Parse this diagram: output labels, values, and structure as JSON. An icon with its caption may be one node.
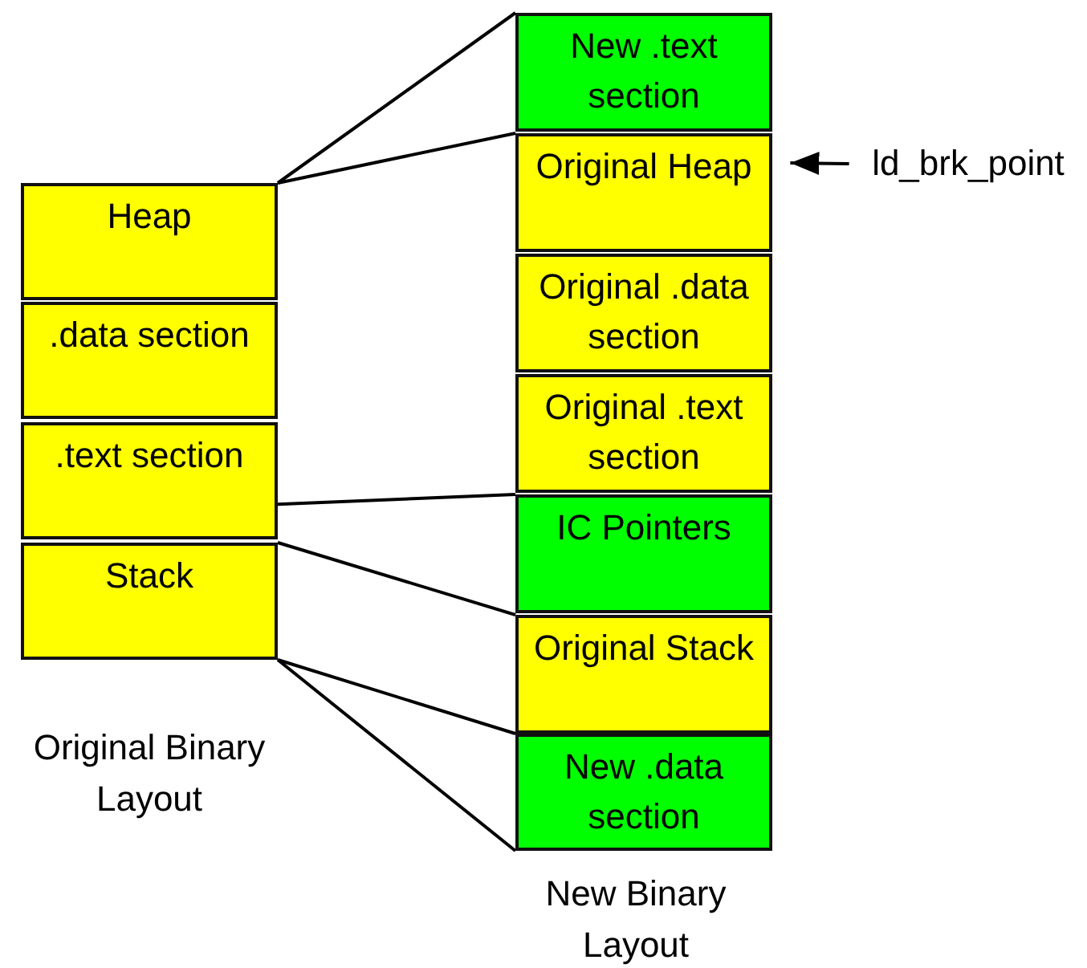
{
  "diagram": {
    "nodes": [
      {
        "text": [
          "Heap"
        ]
      },
      {
        "text": [
          ".data section"
        ]
      },
      {
        "text": [
          ".text section"
        ]
      },
      {
        "text": [
          "Stack"
        ]
      },
      {
        "text": [
          "New .text section"
        ]
      },
      {
        "text": [
          "Original Heap"
        ]
      },
      {
        "text": [
          "Original .data section"
        ]
      },
      {
        "text": [
          "Original .text section"
        ]
      },
      {
        "text": [
          "IC Pointers"
        ]
      },
      {
        "text": [
          "Original Stack"
        ]
      },
      {
        "text": [
          "New .data section"
        ]
      },
      {
        "text": [
          "ld_brk_point"
        ]
      }
    ],
    "edges": [
      {
        "from": 0,
        "to": 4,
        "arrow": "none"
      },
      {
        "from": 0,
        "to": 5,
        "arrow": "none"
      },
      {
        "from": 2,
        "to": 8,
        "arrow": "none"
      },
      {
        "from": 3,
        "to": 9,
        "arrow": "none"
      },
      {
        "from": 3,
        "to": 10,
        "arrow": "none"
      },
      {
        "from": 3,
        "to": 10,
        "arrow": "none"
      },
      {
        "from": 11,
        "to": 5,
        "arrow": "to"
      }
    ],
    "labels": [
      "Original Binary Layout",
      "New Binary Layout"
    ]
  }
}
